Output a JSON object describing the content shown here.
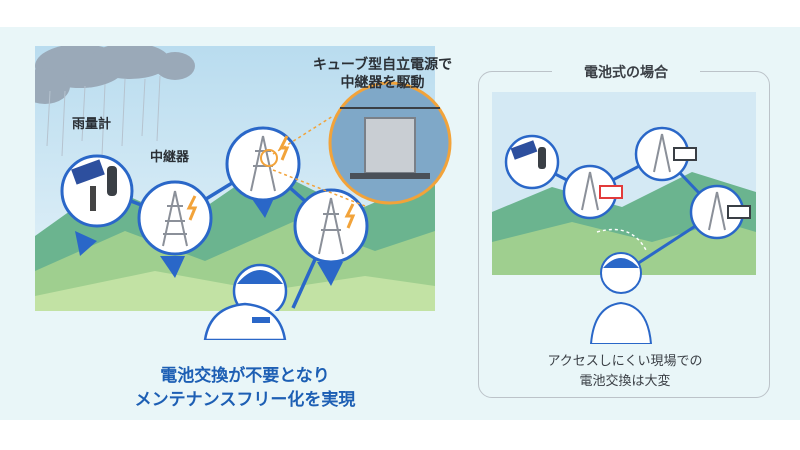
{
  "left_scene": {
    "label_rain_gauge": "雨量計",
    "label_repeater": "中継器",
    "callout_line1": "キューブ型自立電源で",
    "callout_line2": "中継器を駆動",
    "caption_line1": "電池交換が不要となり",
    "caption_line2": "メンテナンスフリー化を実現"
  },
  "right_scene": {
    "title": "電池式の場合",
    "caption_line1": "アクセスしにくい現場での",
    "caption_line2": "電池交換は大変"
  },
  "colors": {
    "panel_bg": "#e9f6f8",
    "sky": "#cde6f3",
    "mountain": "#5aa88c",
    "mountain_light": "#9ccf8d",
    "link_blue": "#2a67c8",
    "caption_blue": "#1d5fb4",
    "callout_orange": "#f2a33a"
  }
}
